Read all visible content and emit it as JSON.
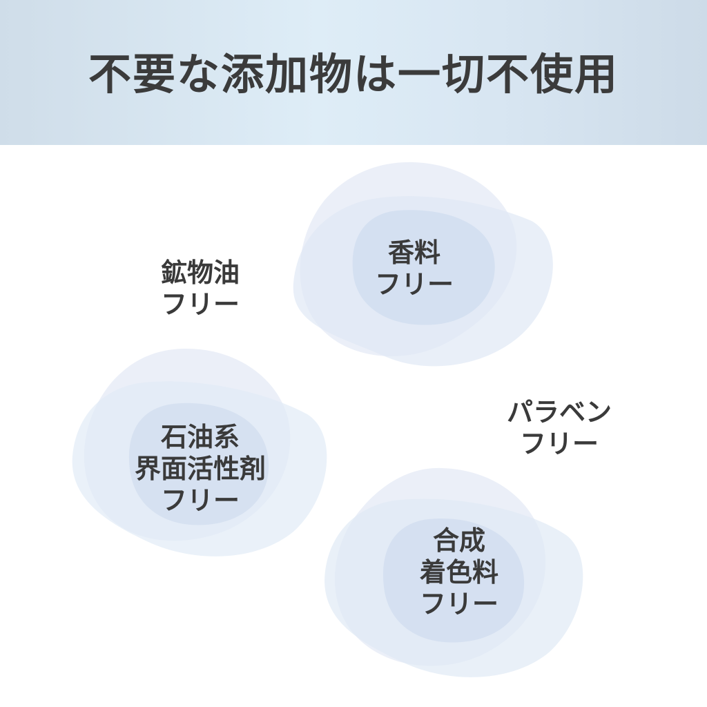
{
  "header": {
    "title": "不要な添加物は一切不使用"
  },
  "items": {
    "mineral_oil": {
      "line1": "鉱物油",
      "line2": "フリー"
    },
    "fragrance": {
      "line1": "香料",
      "line2": "フリー"
    },
    "paraben": {
      "line1": "パラベン",
      "line2": "フリー"
    },
    "surfactant": {
      "line1": "石油系",
      "line2": "界面活性剤",
      "line3": "フリー"
    },
    "coloring": {
      "line1": "合成",
      "line2": "着色料",
      "line3": "フリー"
    }
  },
  "colors": {
    "header_bg": "#d8e6f2",
    "blob_light": "#e8eef8",
    "blob_mid": "#d5e0f1",
    "text": "#3a3a3a"
  }
}
